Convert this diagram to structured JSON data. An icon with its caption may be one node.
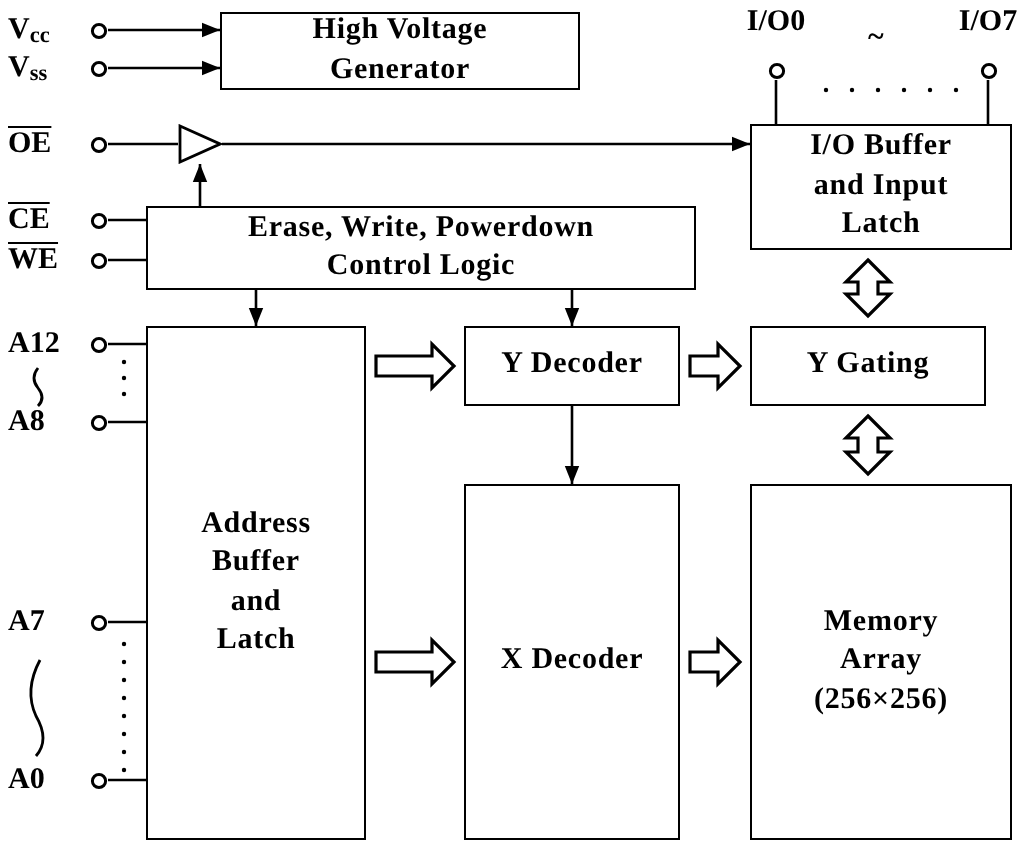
{
  "diagram": {
    "nodes": [
      {
        "text": [
          "V$_{cc}$"
        ]
      },
      {
        "text": [
          "V$_{ss}$"
        ]
      },
      {
        "text": [
          "OE"
        ]
      },
      {
        "text": [
          "CE"
        ]
      },
      {
        "text": [
          "WE"
        ]
      },
      {
        "text": [
          "A12"
        ]
      },
      {
        "text": [
          "A8"
        ]
      },
      {
        "text": [
          "A7"
        ]
      },
      {
        "text": [
          "A0"
        ]
      },
      {
        "text": [
          "I/O0"
        ]
      },
      {
        "text": [
          "I/O7"
        ]
      },
      {
        "text": [
          "High Voltage Generator"
        ]
      },
      {
        "text": [],
        "shape": "triangle"
      },
      {
        "text": [
          "Erase, Write, Powerdown Control Logic"
        ]
      },
      {
        "text": [
          "I/O Buffer and Input Latch"
        ]
      },
      {
        "text": [
          "Address Buffer and Latch"
        ]
      },
      {
        "text": [
          "Y Decoder"
        ]
      },
      {
        "text": [
          "Y Gating"
        ]
      },
      {
        "text": [
          "X Decoder"
        ]
      },
      {
        "text": [
          "Memory Array",
          "(256×256)"
        ]
      }
    ],
    "edges": [
      {
        "from": 0,
        "to": 11,
        "arrow": "to"
      },
      {
        "from": 1,
        "to": 11,
        "arrow": "to"
      },
      {
        "from": 2,
        "to": 12,
        "arrow": "none"
      },
      {
        "from": 12,
        "to": 14,
        "arrow": "to"
      },
      {
        "from": 13,
        "to": 12,
        "arrow": "to"
      },
      {
        "from": 3,
        "to": 13,
        "arrow": "none"
      },
      {
        "from": 4,
        "to": 13,
        "arrow": "none"
      },
      {
        "from": 13,
        "to": 15,
        "arrow": "to"
      },
      {
        "from": 13,
        "to": 16,
        "arrow": "to"
      },
      {
        "from": 5,
        "to": 15,
        "arrow": "none"
      },
      {
        "from": 6,
        "to": 15,
        "arrow": "none"
      },
      {
        "from": 7,
        "to": 15,
        "arrow": "none"
      },
      {
        "from": 8,
        "to": 15,
        "arrow": "none"
      },
      {
        "from": 9,
        "to": 14,
        "arrow": "none"
      },
      {
        "from": 10,
        "to": 14,
        "arrow": "none"
      },
      {
        "from": 15,
        "to": 16,
        "arrow": "to",
        "style": "thick"
      },
      {
        "from": 15,
        "to": 18,
        "arrow": "to",
        "style": "thick"
      },
      {
        "from": 16,
        "to": 17,
        "arrow": "to",
        "style": "thick"
      },
      {
        "from": 18,
        "to": 19,
        "arrow": "to",
        "style": "thick"
      },
      {
        "from": 14,
        "to": 17,
        "arrow": "both",
        "style": "thick"
      },
      {
        "from": 17,
        "to": 19,
        "arrow": "both",
        "style": "thick"
      },
      {
        "from": 16,
        "to": 18,
        "arrow": "to"
      }
    ],
    "labels": [
      "~"
    ]
  }
}
